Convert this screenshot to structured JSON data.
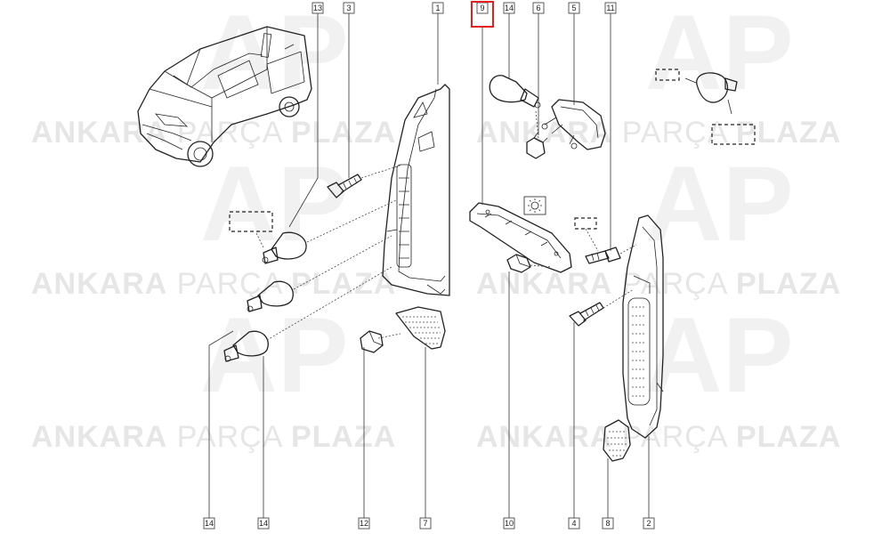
{
  "watermark": {
    "rows": [
      {
        "a": "ANKARA",
        "b": "PARÇA",
        "c": "PLAZA"
      },
      {
        "a": "ANKARA",
        "b": "PARÇA",
        "c": "PLAZA"
      },
      {
        "a": "ANKARA",
        "b": "PARÇA",
        "c": "PLAZA"
      },
      {
        "a": "ANKARA",
        "b": "PARÇA",
        "c": "PLAZA"
      },
      {
        "a": "ANKARA",
        "b": "PARÇA",
        "c": "PLAZA"
      },
      {
        "a": "ANKARA",
        "b": "PARÇA",
        "c": "PLAZA"
      }
    ],
    "logo": "AP"
  },
  "callouts": {
    "top": [
      "13",
      "3",
      "1",
      "9",
      "14",
      "6",
      "5",
      "11"
    ],
    "bottom": [
      "14",
      "14",
      "12",
      "7",
      "10",
      "4",
      "8",
      "2"
    ]
  },
  "highlight": {
    "label": "9",
    "color": "#e02020"
  },
  "colors": {
    "line": "#222222",
    "watermark": "#e6e6e6"
  }
}
